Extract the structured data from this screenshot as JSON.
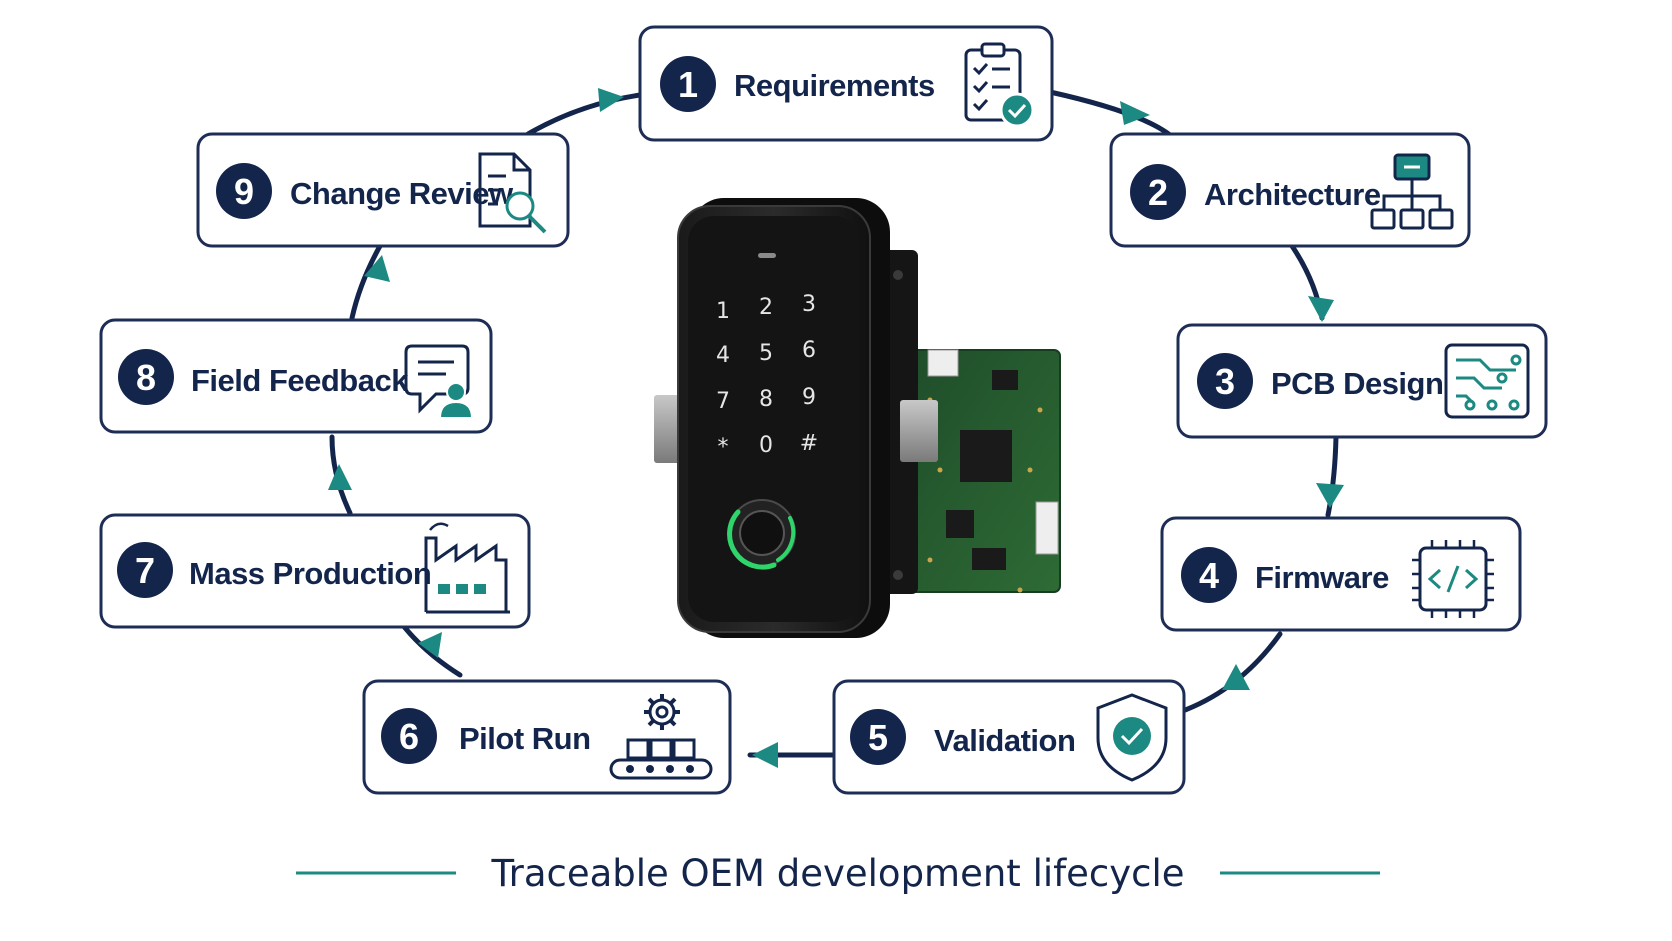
{
  "colors": {
    "navy": "#14254c",
    "teal": "#1c8a82",
    "box_border": "#1e2d55",
    "box_fill": "#ffffff"
  },
  "steps": [
    {
      "number": "1",
      "label": "Requirements",
      "icon": "clipboard-check-icon"
    },
    {
      "number": "2",
      "label": "Architecture",
      "icon": "hierarchy-icon"
    },
    {
      "number": "3",
      "label": "PCB Design",
      "icon": "circuit-board-icon"
    },
    {
      "number": "4",
      "label": "Firmware",
      "icon": "chip-code-icon"
    },
    {
      "number": "5",
      "label": "Validation",
      "icon": "shield-check-icon"
    },
    {
      "number": "6",
      "label": "Pilot Run",
      "icon": "conveyor-gear-icon"
    },
    {
      "number": "7",
      "label": "Mass Production",
      "icon": "factory-icon"
    },
    {
      "number": "8",
      "label": "Field Feedback",
      "icon": "chat-user-icon"
    },
    {
      "number": "9",
      "label": "Change Review",
      "icon": "document-search-icon"
    }
  ],
  "device": {
    "keys": [
      "1",
      "2",
      "3",
      "4",
      "5",
      "6",
      "7",
      "8",
      "9",
      "*",
      "0",
      "#"
    ]
  },
  "caption": "Traceable OEM development lifecycle"
}
